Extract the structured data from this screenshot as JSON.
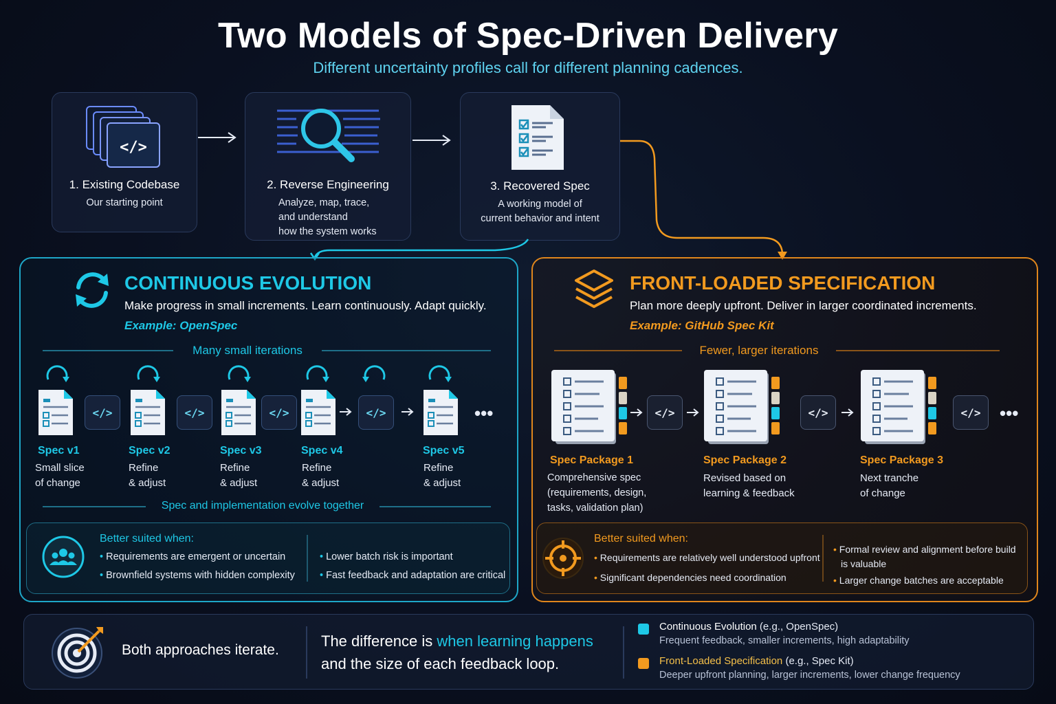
{
  "header": {
    "title": "Two Models of Spec-Driven Delivery",
    "subtitle": "Different uncertainty profiles call for different planning cadences."
  },
  "steps": [
    {
      "title": "1. Existing Codebase",
      "desc": [
        "Our starting point"
      ]
    },
    {
      "title": "2. Reverse Engineering",
      "desc": [
        "Analyze, map, trace,",
        "and understand",
        "how the system works"
      ]
    },
    {
      "title": "3. Recovered Spec",
      "desc": [
        "A working model of",
        "current behavior and intent"
      ]
    }
  ],
  "continuous": {
    "title": "CONTINUOUS EVOLUTION",
    "desc": "Make progress in small increments. Learn continuously. Adapt quickly.",
    "example": "Example: OpenSpec",
    "iter_label": "Many small iterations",
    "footer_label": "Spec and implementation evolve together",
    "specs": [
      {
        "name": "Spec v1",
        "l1": "Small slice",
        "l2": "of change"
      },
      {
        "name": "Spec v2",
        "l1": "Refine",
        "l2": "& adjust"
      },
      {
        "name": "Spec v3",
        "l1": "Refine",
        "l2": "& adjust"
      },
      {
        "name": "Spec v4",
        "l1": "Refine",
        "l2": "& adjust"
      },
      {
        "name": "Spec v5",
        "l1": "Refine",
        "l2": "& adjust"
      }
    ],
    "suited_head": "Better suited when:",
    "suited_left": [
      "Requirements are emergent or uncertain",
      "Brownfield systems with hidden complexity"
    ],
    "suited_right": [
      "Lower batch risk is important",
      "Fast feedback and adaptation are critical"
    ]
  },
  "frontloaded": {
    "title": "FRONT-LOADED SPECIFICATION",
    "desc": "Plan more deeply upfront. Deliver in larger coordinated increments.",
    "example": "Example: GitHub Spec Kit",
    "iter_label": "Fewer, larger iterations",
    "packages": [
      {
        "name": "Spec Package 1",
        "lines": [
          "Comprehensive spec",
          "(requirements, design,",
          "tasks, validation plan)"
        ]
      },
      {
        "name": "Spec Package 2",
        "lines": [
          "Revised based on",
          "learning & feedback"
        ]
      },
      {
        "name": "Spec Package 3",
        "lines": [
          "Next tranche",
          "of change"
        ]
      }
    ],
    "suited_head": "Better suited when:",
    "suited_left": [
      "Requirements are relatively well understood upfront",
      "Significant dependencies need coordination"
    ],
    "suited_right": [
      "Formal review and alignment before build",
      "is valuable",
      "Larger change batches are acceptable"
    ]
  },
  "bottom": {
    "left": "Both approaches iterate.",
    "mid_pre": "The difference is ",
    "mid_hl": "when learning happens",
    "mid_post": "and the size of each feedback loop.",
    "legend": [
      {
        "name": "Continuous Evolution",
        "paren": " (e.g., OpenSpec)",
        "desc": "Frequent feedback, smaller increments, high adaptability",
        "color": "#1ec8e6"
      },
      {
        "name": "Front-Loaded Specification",
        "paren": " (e.g., Spec Kit)",
        "desc": "Deeper upfront planning, larger increments, lower change frequency",
        "color": "#f29a1f"
      }
    ]
  },
  "colors": {
    "cyan": "#1ec8e6",
    "orange": "#f29a1f"
  },
  "icons": [
    "code-stack-icon",
    "magnifier-icon",
    "checklist-doc-icon",
    "refresh-cycle-icon",
    "layers-icon",
    "people-icon",
    "target-icon",
    "dartboard-icon",
    "code-icon",
    "arrow-right-icon"
  ]
}
